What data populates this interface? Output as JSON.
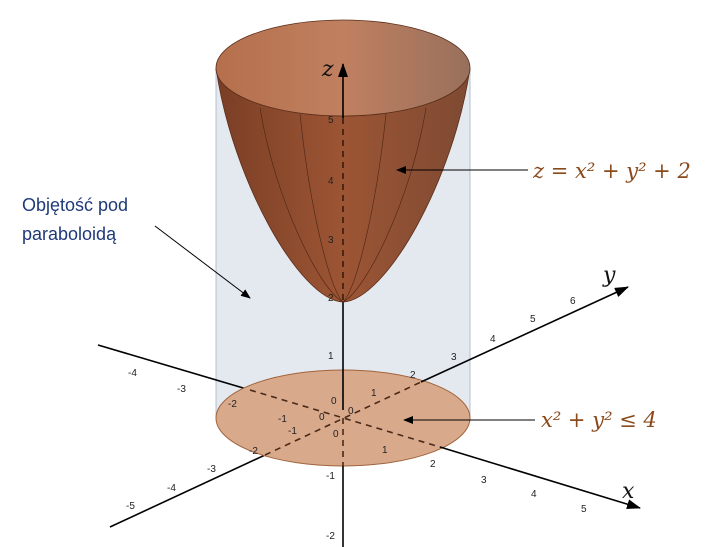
{
  "annotations": {
    "volume_line1": "Objętość pod",
    "volume_line2": "paraboloidą",
    "surface_eq": "z = x² + y² + 2",
    "region_eq": "x² + y² ≤ 4"
  },
  "axes": {
    "x_label": "x",
    "y_label": "y",
    "z_label": "z",
    "x_ticks": [
      "-4",
      "-3",
      "-2",
      "-1",
      "1",
      "2",
      "3",
      "4",
      "5"
    ],
    "y_ticks": [
      "-5",
      "-4",
      "-3",
      "-2",
      "-1",
      "1",
      "2",
      "3",
      "4",
      "5",
      "6"
    ],
    "z_ticks": [
      "-2",
      "-1",
      "0",
      "1",
      "2",
      "3",
      "4",
      "5"
    ],
    "origin_labels": [
      "0",
      "0",
      "0"
    ]
  },
  "colors": {
    "surface": "#8b4a2e",
    "disk": "#d9a98c",
    "cylinder": "#e4e8ef",
    "equation": "#8a4a1c",
    "note": "#1f3a78"
  }
}
